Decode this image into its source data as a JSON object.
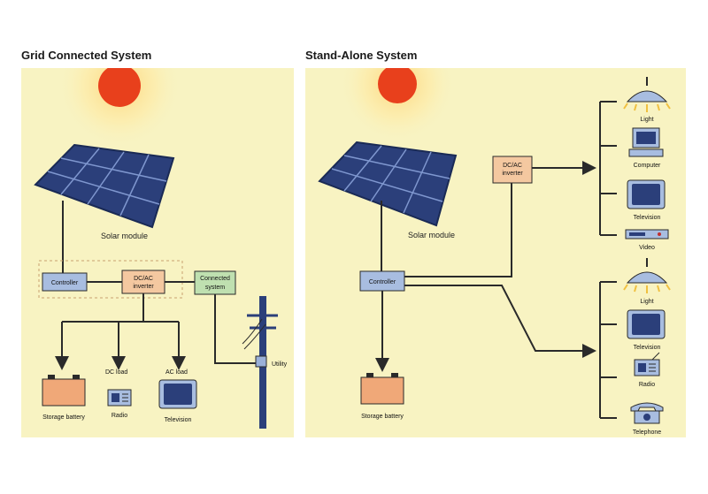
{
  "titles": {
    "grid": "Grid Connected System",
    "standalone": "Stand-Alone System"
  },
  "grid": {
    "solar_module": "Solar module",
    "controller": "Controller",
    "inverter_line1": "DC/AC",
    "inverter_line2": "inverter",
    "connected_line1": "Connected",
    "connected_line2": "system",
    "utility": "Utility",
    "dc_load": "DC load",
    "ac_load": "AC load",
    "storage_battery": "Storage battery",
    "radio": "Radio",
    "television": "Television"
  },
  "standalone": {
    "solar_module": "Solar module",
    "controller": "Controller",
    "inverter_line1": "DC/AC",
    "inverter_line2": "inverter",
    "storage_battery": "Storage battery",
    "light_top": "Light",
    "computer": "Computer",
    "television_top": "Television",
    "video": "Video",
    "light_bottom": "Light",
    "television_bottom": "Television",
    "radio": "Radio",
    "telephone": "Telephone"
  },
  "colors": {
    "panel": "#f8f3c2",
    "sun": "#e8401c",
    "box": "#a8bde0",
    "battery": "#f0a878",
    "inverter": "#f4c8a0",
    "line": "#2a2a2a"
  }
}
